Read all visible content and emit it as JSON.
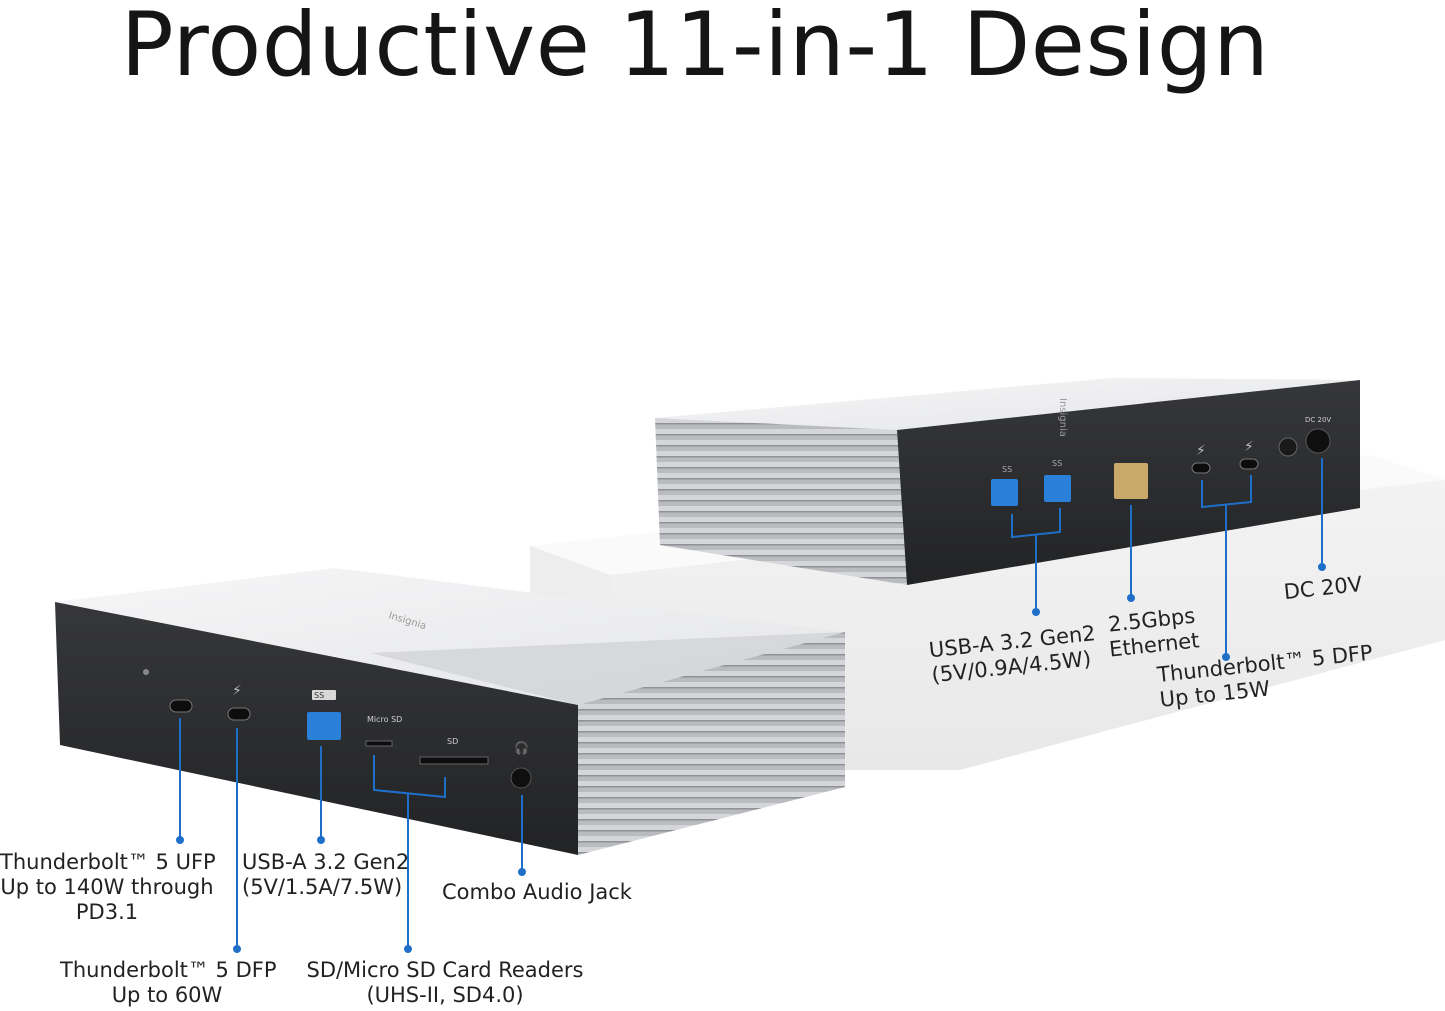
{
  "title": "Productive 11-in-1 Design",
  "colors": {
    "leader": "#1f6fc9",
    "usb_blue": "#2a7fd8",
    "panel": "#2b2c2e",
    "aluminum": "#c9cbce",
    "top_white": "#eeeff0"
  },
  "device_branding": "Insignia",
  "front_panel": {
    "micro_sd": "Micro SD",
    "sd": "SD",
    "ss_badge": "SS"
  },
  "rear_panel": {
    "dc_marking": "DC 20V",
    "ss_badge": "SS"
  },
  "labels": {
    "tb5_ufp": [
      "Thunderbolt™ 5 UFP",
      "Up to 140W through",
      "PD3.1"
    ],
    "tb5_dfp_front": [
      "Thunderbolt™ 5 DFP",
      "Up to 60W"
    ],
    "usba_front": [
      "USB-A 3.2 Gen2",
      "(5V/1.5A/7.5W)"
    ],
    "sd_readers": [
      "SD/Micro SD Card Readers",
      "(UHS-II, SD4.0)"
    ],
    "audio": [
      "Combo Audio Jack"
    ],
    "usba_rear": [
      "USB-A 3.2 Gen2",
      "(5V/0.9A/4.5W)"
    ],
    "ethernet": [
      "2.5Gbps",
      "Ethernet"
    ],
    "tb5_dfp_rear": [
      "Thunderbolt™ 5 DFP",
      "Up to 15W"
    ],
    "dc": [
      "DC 20V"
    ]
  }
}
